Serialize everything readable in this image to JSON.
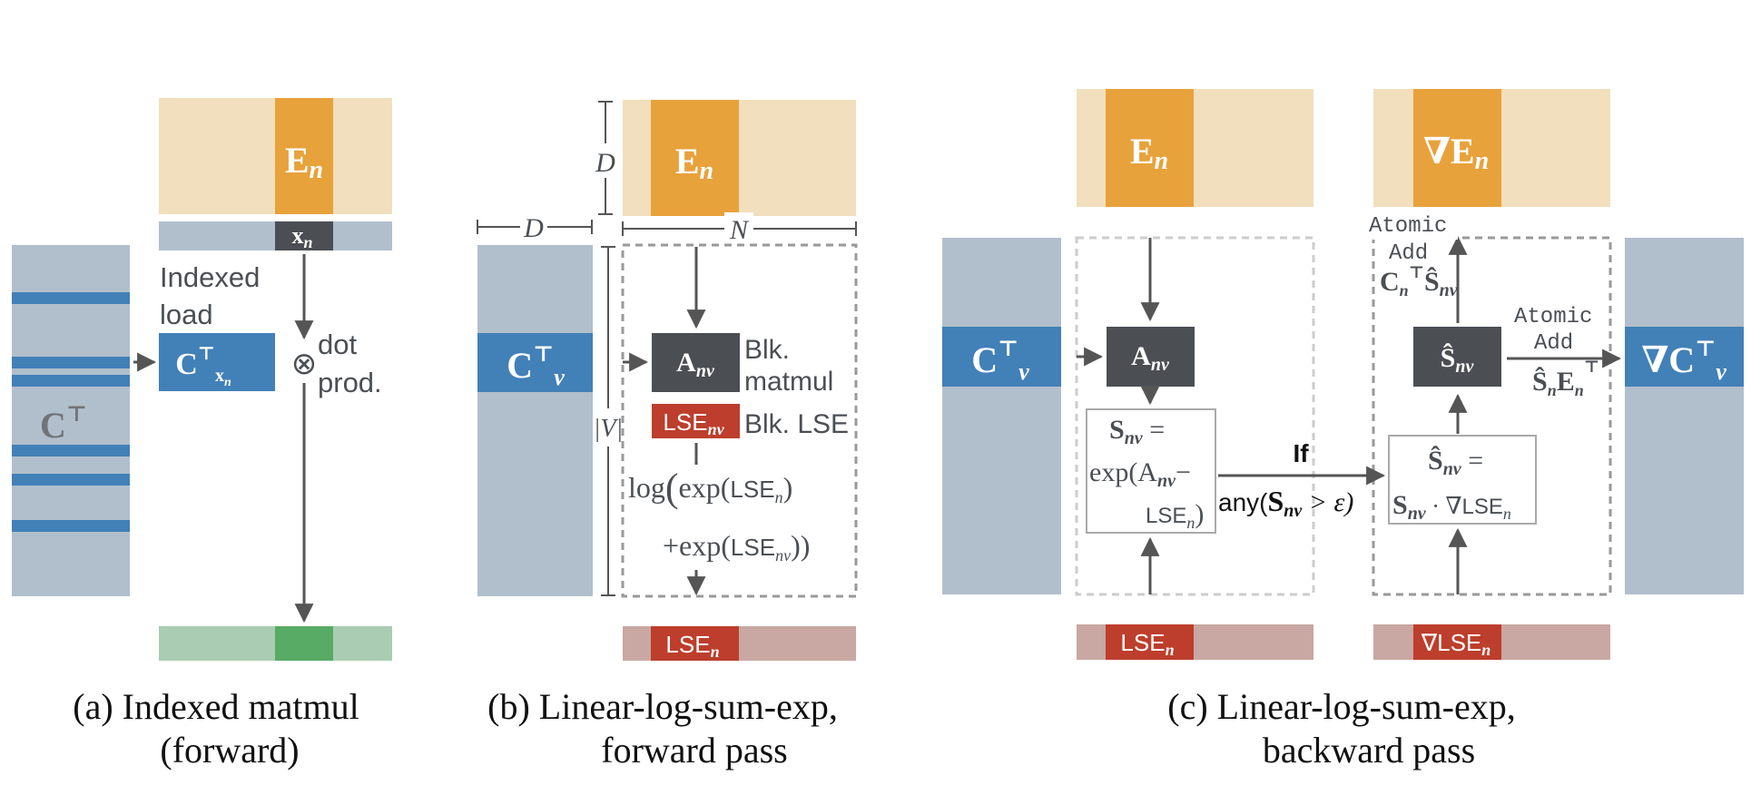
{
  "colors": {
    "light_orange": "#f1dfbd",
    "orange": "#e8a23b",
    "light_blue_gray": "#b1bfcc",
    "blue": "#4280b8",
    "dark_gray": "#4b4f54",
    "red": "#bd3e2c",
    "light_red": "#c9a7a2",
    "light_green": "#a9ccb3",
    "green": "#58ab64",
    "line": "#555555",
    "dashed": "#999999"
  },
  "panel_a": {
    "E_label": "E",
    "E_sub": "n",
    "x_label": "x",
    "x_sub": "n",
    "indexed_load": [
      "Indexed",
      "load"
    ],
    "C_block_label": "C",
    "C_block_sup": "⊤",
    "C_block_sub": "x",
    "C_block_subsub": "n",
    "C_big_label": "C",
    "C_big_sup": "⊤",
    "otimes": "⊗",
    "dot_prod": [
      "dot",
      "prod."
    ],
    "caption": [
      "(a) Indexed matmul",
      "(forward)"
    ]
  },
  "panel_b": {
    "D_top": "D",
    "D_side": "D",
    "N_label": "N",
    "V_label": "|V|",
    "E_label": "E",
    "E_sub": "n",
    "C_label": "C",
    "C_sup": "⊤",
    "C_sub": "v",
    "A_label": "A",
    "A_sub": "nv",
    "blk_matmul": [
      "Blk.",
      "matmul"
    ],
    "lse_block": "LSE",
    "lse_block_sub": "nv",
    "blk_lse": "Blk. LSE",
    "log_line1_pre": "log",
    "log_line1_exp": "exp(",
    "log_line1_lse": "LSE",
    "log_line1_sub": "n",
    "log_line1_post": ")",
    "log_line2_pre": "+exp(",
    "log_line2_lse": "LSE",
    "log_line2_sub": "nv",
    "log_line2_post": "))",
    "lse_out": "LSE",
    "lse_out_sub": "n",
    "caption": [
      "(b) Linear-log-sum-exp,",
      "forward pass"
    ]
  },
  "panel_c": {
    "E_label": "E",
    "E_sub": "n",
    "gradE_label": "∇E",
    "gradE_sub": "n",
    "C_label": "C",
    "C_sup": "⊤",
    "C_sub": "v",
    "gradC_label": "∇C",
    "gradC_sup": "⊤",
    "gradC_sub": "v",
    "A_label": "A",
    "A_sub": "nv",
    "S_box_line1": "S",
    "S_box_line1_sub": "nv",
    "S_box_line1_post": " =",
    "S_box_line2_pre": "exp(A",
    "S_box_line2_sub": "nv",
    "S_box_line2_post": "−",
    "S_box_line3": "LSE",
    "S_box_line3_sub": "n",
    "S_box_line3_post": ")",
    "if_label": "If",
    "any_pre": "any(",
    "any_S": "S",
    "any_sub": "nv",
    "any_post": " > ε)",
    "Shat_block": "Ŝ",
    "Shat_block_sub": "nv",
    "Shat_box_line1": "Ŝ",
    "Shat_box_line1_sub": "nv",
    "Shat_box_line1_post": " =",
    "Shat_box_line2_S": "S",
    "Shat_box_line2_sub": "nv",
    "Shat_box_line2_mid": " · ∇",
    "Shat_box_line2_lse": "LSE",
    "Shat_box_line2_lse_sub": "n",
    "atomic_add_top": [
      "Atomic",
      "Add"
    ],
    "atomic_top_expr_C": "C",
    "atomic_top_expr_sub": "n",
    "atomic_top_expr_sup": "⊤",
    "atomic_top_expr_S": "Ŝ",
    "atomic_top_expr_S_sub": "nv",
    "atomic_add_right": [
      "Atomic",
      "Add"
    ],
    "atomic_right_expr_S": "Ŝ",
    "atomic_right_expr_S_sub": "n",
    "atomic_right_expr_E": "E",
    "atomic_right_expr_E_sub": "n",
    "atomic_right_expr_sup": "⊤",
    "lse_label": "LSE",
    "lse_sub": "n",
    "grad_lse_label": "∇LSE",
    "grad_lse_sub": "n",
    "caption": [
      "(c) Linear-log-sum-exp,",
      "backward pass"
    ]
  }
}
